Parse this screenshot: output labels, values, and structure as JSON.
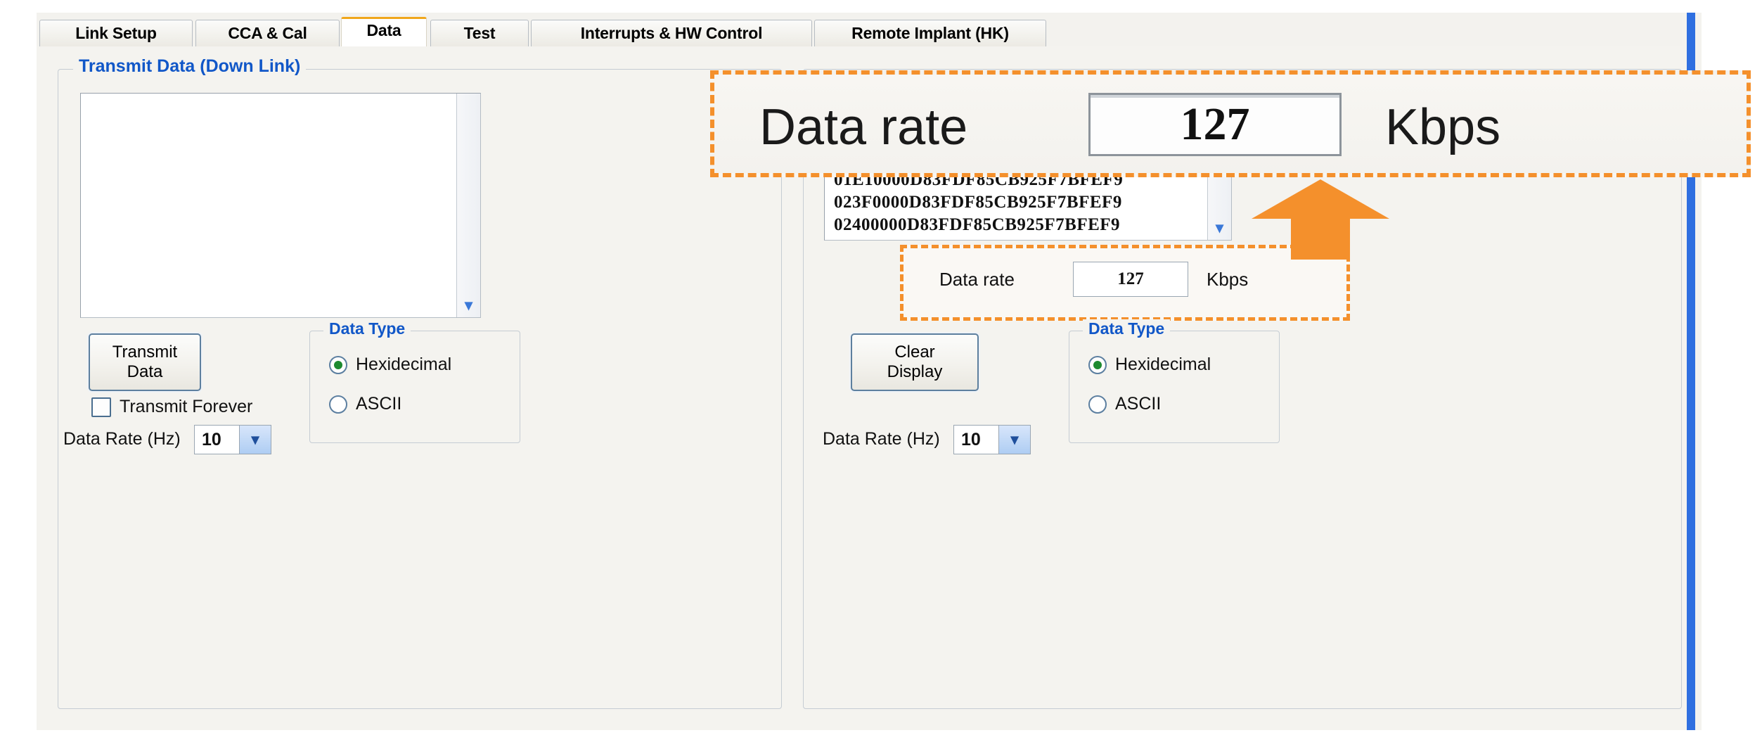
{
  "window": {
    "title": "Data"
  },
  "tabs": [
    {
      "label": "Link Setup",
      "selected": false
    },
    {
      "label": "CCA & Cal",
      "selected": false
    },
    {
      "label": "Data",
      "selected": true
    },
    {
      "label": "Test",
      "selected": false
    },
    {
      "label": "Interrupts & HW Control",
      "selected": false
    },
    {
      "label": "Remote Implant (HK)",
      "selected": false
    }
  ],
  "transmit_panel": {
    "title": "Transmit Data (Down Link)",
    "textarea_value": "",
    "transmit_button": "Transmit\nData",
    "transmit_button_line1": "Transmit",
    "transmit_button_line2": "Data",
    "transmit_forever_label": "Transmit Forever",
    "transmit_forever_checked": false,
    "data_rate_label": "Data Rate (Hz)",
    "data_rate_value": "10",
    "data_type": {
      "title": "Data Type",
      "options": [
        "Hexidecimal",
        "ASCII"
      ],
      "selected": "Hexidecimal"
    }
  },
  "receive_panel": {
    "hex_lines": [
      "01E10000D83FDF85CB925F7BFEF9",
      "023F0000D83FDF85CB925F7BFEF9",
      "02400000D83FDF85CB925F7BFEF9"
    ],
    "data_rate_label": "Data rate",
    "data_rate_value": "127",
    "data_rate_unit": "Kbps",
    "clear_button_line1": "Clear",
    "clear_button_line2": "Display",
    "data_rate_hz_label": "Data Rate (Hz)",
    "data_rate_hz_value": "10",
    "data_type": {
      "title": "Data Type",
      "options": [
        "Hexidecimal",
        "ASCII"
      ],
      "selected": "Hexidecimal"
    }
  },
  "callout": {
    "label": "Data rate",
    "value": "127",
    "unit": "Kbps",
    "border_color": "#f4902c",
    "arrow_color": "#f4902c"
  },
  "colors": {
    "accent_orange": "#f4902c",
    "group_title_blue": "#1157c8",
    "tab_selected_top": "#f0a71c",
    "window_edge_blue": "#3f6fd0",
    "radio_dot_green": "#1d8a2f"
  }
}
